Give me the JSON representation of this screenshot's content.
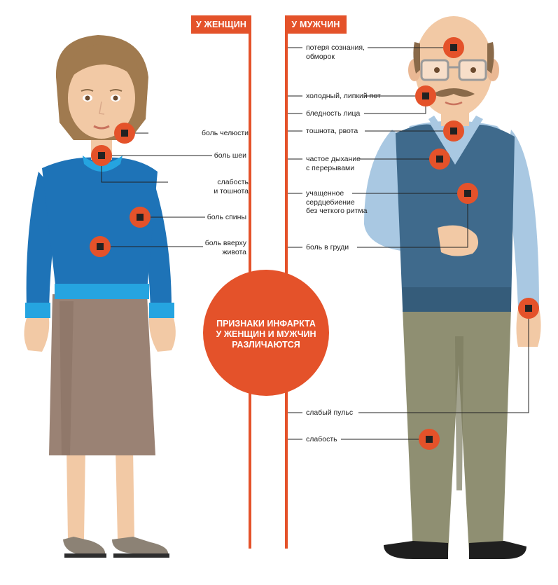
{
  "headers": {
    "women": "У ЖЕНЩИН",
    "men": "У МУЖЧИН"
  },
  "center": {
    "text": "ПРИЗНАКИ ИНФАРКТА\nУ ЖЕНЩИН И МУЖЧИН\nРАЗЛИЧАЮТСЯ"
  },
  "women_symptoms": [
    "боль челюсти",
    "боль шеи",
    "слабость\nи тошнота",
    "боль спины",
    "боль вверху\nживота"
  ],
  "men_symptoms": [
    "потеря сознания,\nобморок",
    "холодный, липкий пот",
    "бледность лица",
    "тошнота, рвота",
    "частое дыхание\nс перерывами",
    "учащенное\nсердцебиение\nбез четкого ритма",
    "боль в груди",
    "слабый пульс",
    "слабость"
  ],
  "colors": {
    "accent": "#e4522a",
    "line": "#222222",
    "woman_sweater": "#1e73b7",
    "woman_skirt": "#9a8274",
    "man_vest": "#3f6a8c",
    "man_shirt": "#a9c8e2",
    "man_pants": "#8f8f72"
  }
}
